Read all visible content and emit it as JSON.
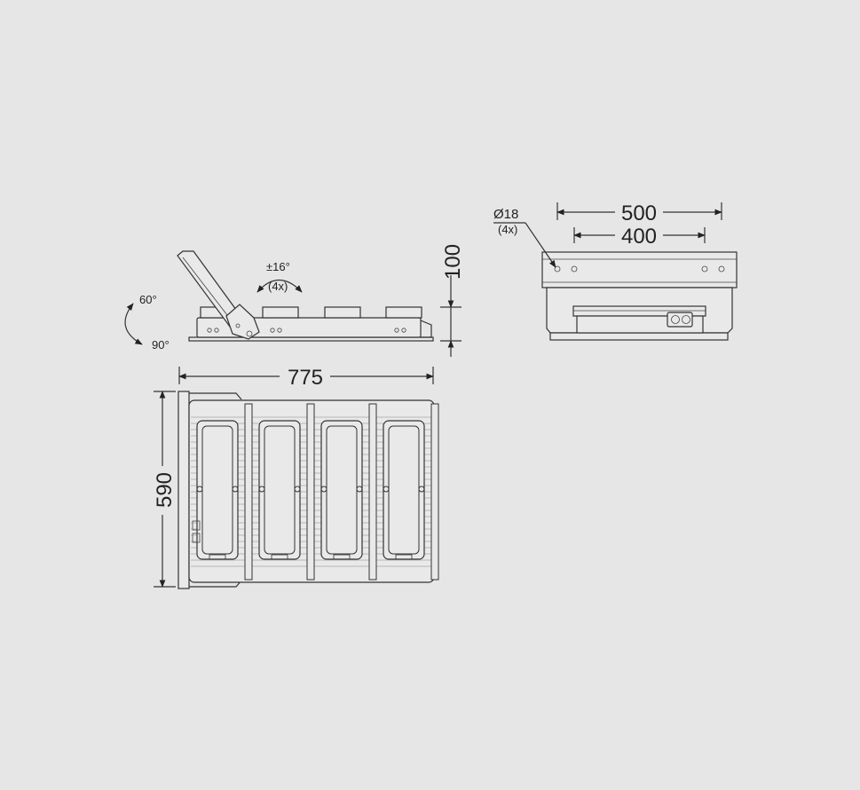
{
  "side_view": {
    "tilt_angle": "±16°",
    "tilt_count": "(4x)",
    "rotate_up": "60°",
    "rotate_down": "90°",
    "height": "100",
    "length": "775"
  },
  "top_view": {
    "width": "590",
    "module_count": 4
  },
  "end_view": {
    "hole_diameter": "Ø18",
    "hole_count": "(4x)",
    "outer_span": "500",
    "inner_span": "400"
  },
  "colors": {
    "background": "#e6e6e6",
    "line": "#333333"
  }
}
